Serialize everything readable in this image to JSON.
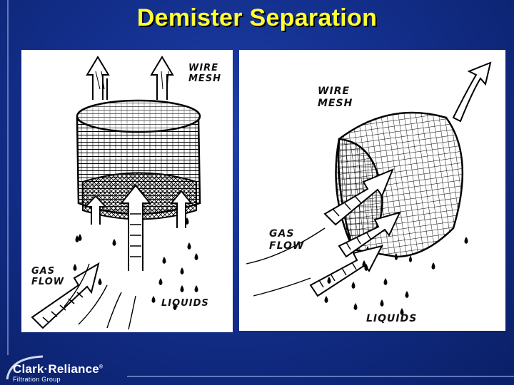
{
  "slide": {
    "title": "Demister Separation",
    "accent_title_color": "#ffff33",
    "background_color": "#132f8c"
  },
  "left_figure": {
    "wire_mesh_label": [
      "WIRE",
      "MESH"
    ],
    "gas_flow_label": [
      "GAS",
      "FLOW"
    ],
    "liquids_label": "LIQUIDS"
  },
  "right_figure": {
    "wire_mesh_label": [
      "WIRE",
      "MESH"
    ],
    "gas_flow_label": [
      "GAS",
      "FLOW"
    ],
    "liquids_label": "LIQUIDS"
  },
  "logo": {
    "name": "Clark·Reliance",
    "registered": "®",
    "subtitle": "Filtration Group"
  }
}
